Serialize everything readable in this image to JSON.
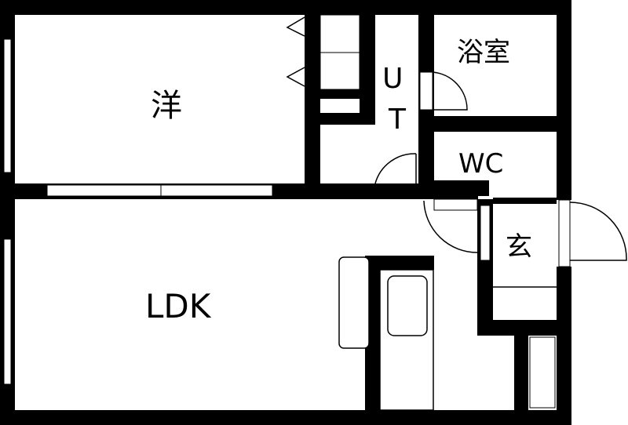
{
  "floor_plan": {
    "rooms": {
      "western_room": "洋",
      "ldk": "LDK",
      "bath": "浴室",
      "utility": "U T",
      "toilet": "WC",
      "entrance": "玄"
    }
  }
}
